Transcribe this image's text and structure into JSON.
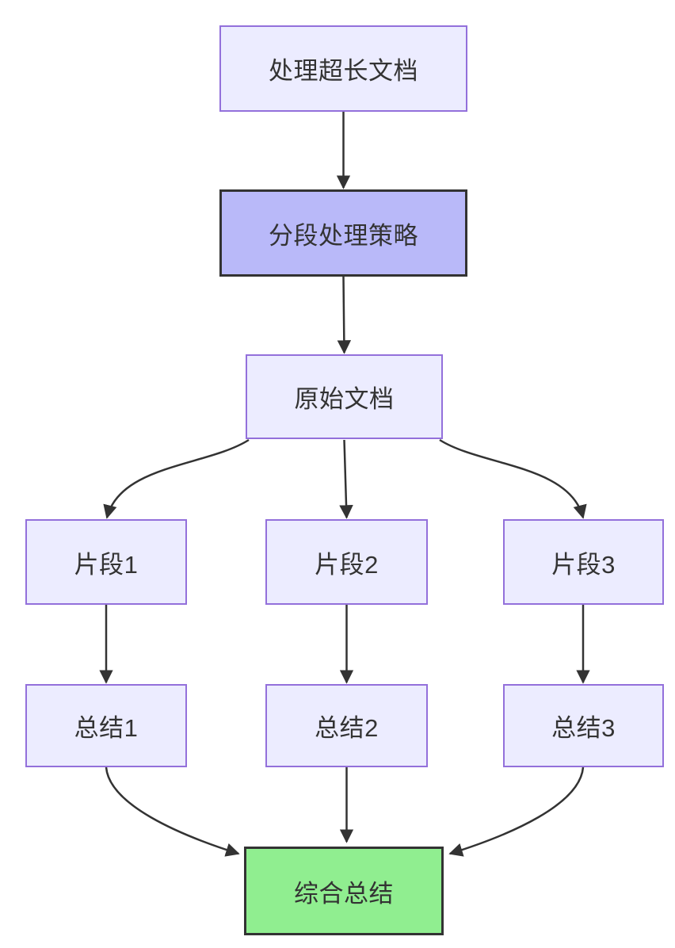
{
  "diagram": {
    "type": "flowchart-top-down",
    "nodes": {
      "task": {
        "id": "task",
        "label": "处理超长文档",
        "style": "default"
      },
      "strategy": {
        "id": "strategy",
        "label": "分段处理策略",
        "style": "emphasis"
      },
      "doc": {
        "id": "doc",
        "label": "原始文档",
        "style": "default"
      },
      "frag1": {
        "id": "frag1",
        "label": "片段1",
        "style": "default"
      },
      "frag2": {
        "id": "frag2",
        "label": "片段2",
        "style": "default"
      },
      "frag3": {
        "id": "frag3",
        "label": "片段3",
        "style": "default"
      },
      "sum1": {
        "id": "sum1",
        "label": "总结1",
        "style": "default"
      },
      "sum2": {
        "id": "sum2",
        "label": "总结2",
        "style": "default"
      },
      "sum3": {
        "id": "sum3",
        "label": "总结3",
        "style": "default"
      },
      "final": {
        "id": "final",
        "label": "综合总结",
        "style": "success"
      }
    },
    "edges": [
      {
        "from": "task",
        "to": "strategy"
      },
      {
        "from": "strategy",
        "to": "doc"
      },
      {
        "from": "doc",
        "to": "frag1"
      },
      {
        "from": "doc",
        "to": "frag2"
      },
      {
        "from": "doc",
        "to": "frag3"
      },
      {
        "from": "frag1",
        "to": "sum1"
      },
      {
        "from": "frag2",
        "to": "sum2"
      },
      {
        "from": "frag3",
        "to": "sum3"
      },
      {
        "from": "sum1",
        "to": "final"
      },
      {
        "from": "sum2",
        "to": "final"
      },
      {
        "from": "sum3",
        "to": "final"
      }
    ]
  },
  "colors": {
    "node-fill": "#ECECFF",
    "node-border": "#9370DB",
    "emphasis-fill": "#B9B9F9",
    "emphasis-border": "#333333",
    "success-fill": "#90EE90",
    "success-border": "#333333",
    "edge-color": "#333333",
    "text-color": "#333333",
    "canvas-bg": "#FFFFFF"
  }
}
